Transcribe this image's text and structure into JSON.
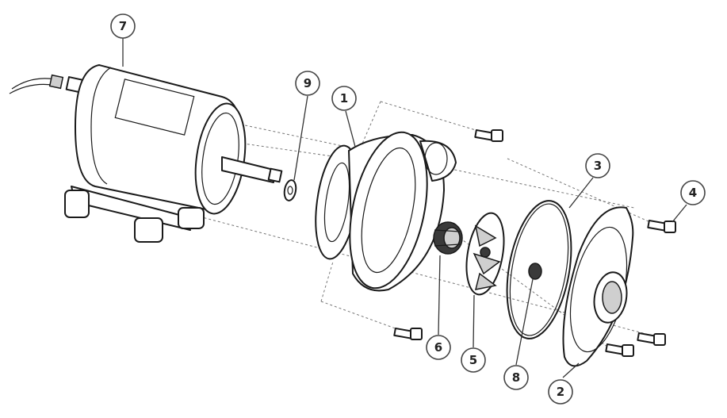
{
  "callouts": [
    {
      "id": "impeller-housing",
      "label": "1"
    },
    {
      "id": "end-cover",
      "label": "2"
    },
    {
      "id": "o-ring",
      "label": "3"
    },
    {
      "id": "cover-screw",
      "label": "4"
    },
    {
      "id": "impeller",
      "label": "5"
    },
    {
      "id": "shaft-seal",
      "label": "6"
    },
    {
      "id": "motor",
      "label": "7"
    },
    {
      "id": "plug",
      "label": "8"
    },
    {
      "id": "slinger-washer",
      "label": "9"
    }
  ],
  "colors": {
    "line": "#1a1a1a",
    "background": "#ffffff",
    "callout_stroke": "#444444"
  }
}
